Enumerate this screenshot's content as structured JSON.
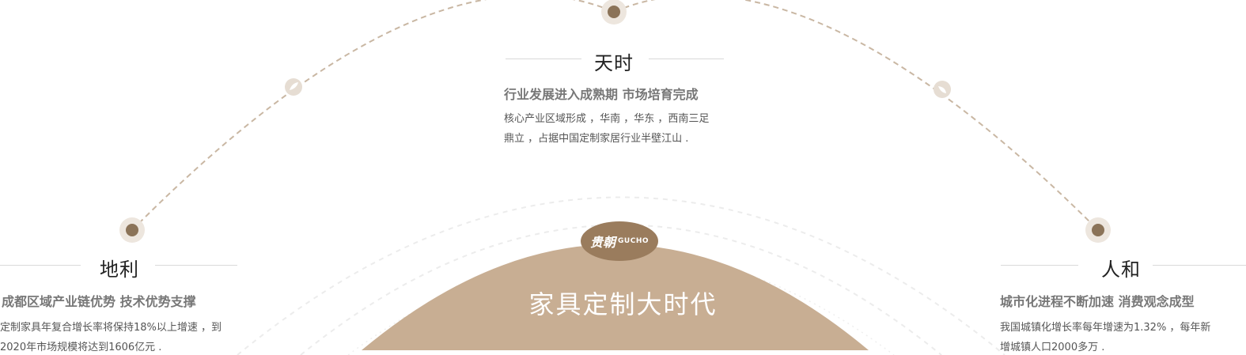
{
  "brand": {
    "logo_cn": "贵朝",
    "logo_en": "GUCHO"
  },
  "center": {
    "title": "家具定制大时代"
  },
  "tianshi": {
    "title": "天时",
    "subtitle": "行业发展进入成熟期   市场培育完成",
    "desc_line1": "核心产业区域形成   ，华南   ，华东   ，西南三足",
    "desc_line2": "鼎立   ，占据中国定制家居行业半壁江山 ."
  },
  "dili": {
    "title": "地利",
    "subtitle": "成都区域产业链优势   技术优势支撑",
    "desc_line1": "定制家具年复合增长率将保持18%以上增速 ，到",
    "desc_line2": "2020年市场规模将达到1606亿元 ."
  },
  "renhe": {
    "title": "人和",
    "subtitle": "城市化进程不断加速 消费观念成型",
    "desc_line1": "我国城镇化增长率每年增速为1.32%     ，每年新",
    "desc_line2": "增城镇人口2000多万 ."
  },
  "colors": {
    "accent": "#8b7358",
    "dome": "#c8ae93",
    "arc_dash": "#c9b7a3",
    "node_ring": "#e8e0d8"
  },
  "icons": {
    "small_nodes": [
      "leaf-icon",
      "leaf-icon"
    ]
  }
}
